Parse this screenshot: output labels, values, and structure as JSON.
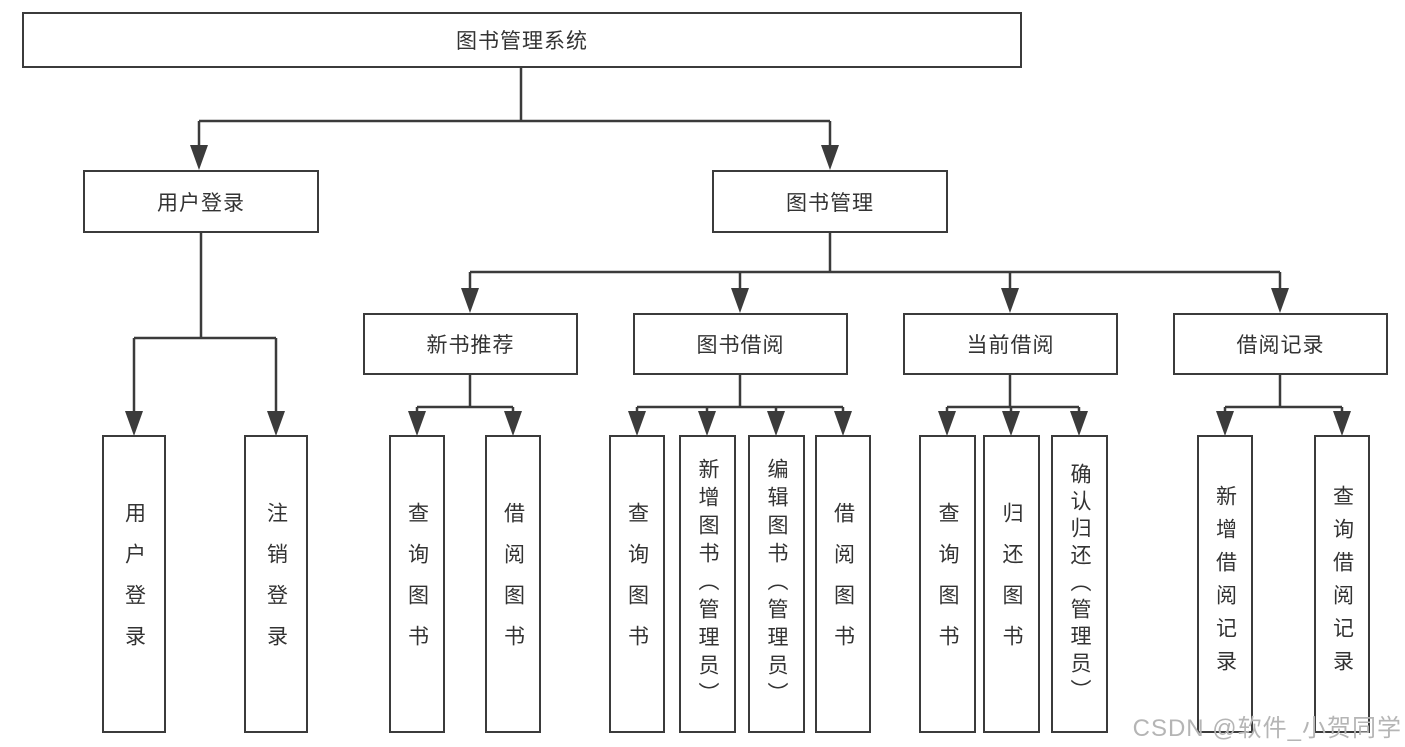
{
  "diagram": {
    "root": "图书管理系统",
    "level1": {
      "user_login": "用户登录",
      "book_management": "图书管理"
    },
    "level2": {
      "new_book_recommend": "新书推荐",
      "book_borrowing": "图书借阅",
      "current_borrowing": "当前借阅",
      "borrowing_records": "借阅记录"
    },
    "leaves": {
      "user_login": "用户登录",
      "logout": "注销登录",
      "recommend_query_books": "查询图书",
      "recommend_borrow_books": "借阅图书",
      "borrowing_query_books": "查询图书",
      "borrowing_add_book_admin": "新增图书（管理员）",
      "borrowing_edit_book_admin": "编辑图书（管理员）",
      "borrowing_borrow_books": "借阅图书",
      "current_query_books": "查询图书",
      "current_return_book": "归还图书",
      "current_confirm_return_admin": "确认归还（管理员）",
      "records_add_record": "新增借阅记录",
      "records_query_record": "查询借阅记录"
    }
  },
  "watermark": "CSDN @软件_小贺同学",
  "colors": {
    "line": "#3b3b3b",
    "text": "#333333",
    "watermark": "#b5b5b5",
    "background": "#ffffff"
  }
}
